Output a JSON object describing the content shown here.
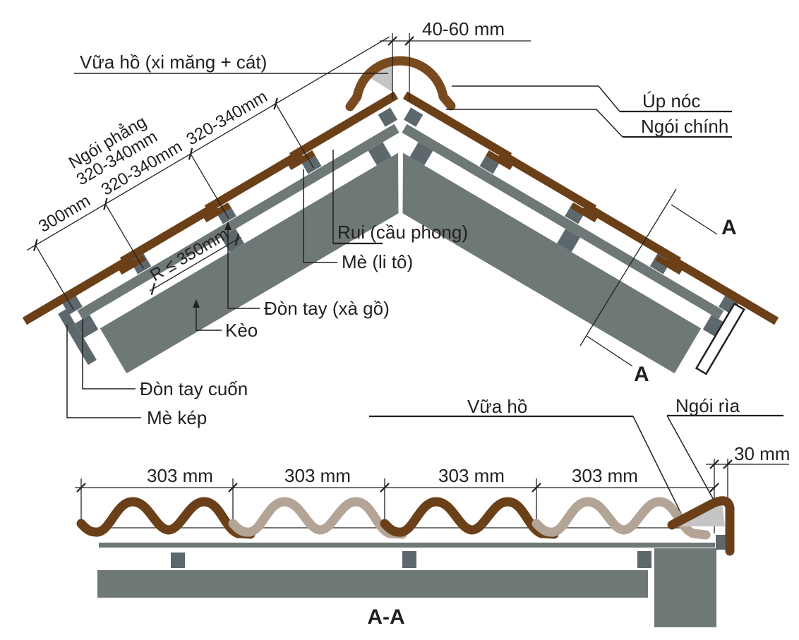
{
  "colors": {
    "tile_brown": "#6B4018",
    "arch_brown": "#7A4A1F",
    "tile_beige": "#B3A496",
    "structure_gray": "#6E7877",
    "batten_gray": "#5D686D",
    "mortar_gray": "#C5C5C7",
    "line": "#231F20"
  },
  "top_view": {
    "labels": {
      "mortar": "Vữa hồ (xi măng + cát)",
      "ridge_gap_dim": "40-60 mm",
      "ridge_cap": "Úp nóc",
      "main_tile": "Ngói chính",
      "eave_dim": "300mm",
      "course_dim_1": "320-340mm",
      "course_dim_2": "320-340mm",
      "flat_tile_note_1": "Ngói phẳng",
      "flat_tile_note_2": "320-340mm",
      "rafter_spacing_dim": "R ≤ 350mm",
      "rafter": "Rui (cầu phong)",
      "batten": "Mè (li tô)",
      "purlin": "Đòn tay (xà gồ)",
      "truss": "Kèo",
      "eave_purlin": "Đòn tay cuốn",
      "double_batten": "Mè kép",
      "section_marker": "A"
    }
  },
  "section_view": {
    "labels": {
      "mortar": "Vữa hồ",
      "edge_tile": "Ngói rìa",
      "edge_dim": "30 mm",
      "section_title": "A-A"
    },
    "tile_pitch_dims": [
      "303 mm",
      "303 mm",
      "303 mm",
      "303 mm"
    ]
  }
}
